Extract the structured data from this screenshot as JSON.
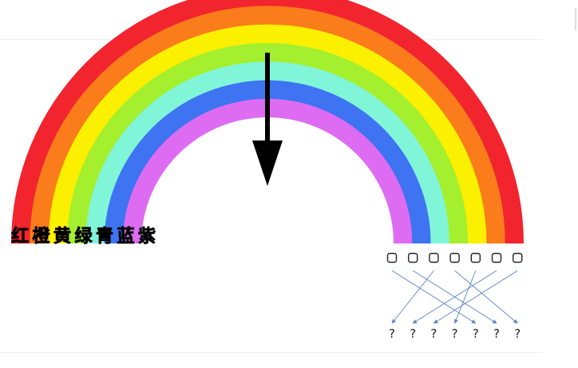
{
  "rainbow": {
    "bands": [
      {
        "name": "red",
        "color": "#f2242e"
      },
      {
        "name": "orange",
        "color": "#fa7c1a"
      },
      {
        "name": "yellow",
        "color": "#faf000"
      },
      {
        "name": "green",
        "color": "#a4ef2e"
      },
      {
        "name": "cyan",
        "color": "#81f5d8"
      },
      {
        "name": "blue",
        "color": "#3e73f1"
      },
      {
        "name": "purple",
        "color": "#de6cf2"
      }
    ]
  },
  "color_label": {
    "chars": [
      {
        "text": "红",
        "color": "#e81c22"
      },
      {
        "text": "橙",
        "color": "#f2901e"
      },
      {
        "text": "黄",
        "color": "#e8e000"
      },
      {
        "text": "绿",
        "color": "#5fc92c"
      },
      {
        "text": "青",
        "color": "#0dcfcf"
      },
      {
        "text": "蓝",
        "color": "#2a54c8"
      },
      {
        "text": "紫",
        "color": "#b23bd6"
      }
    ]
  },
  "puzzle": {
    "box_count": 7,
    "question_marks": [
      "?",
      "?",
      "?",
      "?",
      "?",
      "?",
      "?"
    ],
    "mapping": [
      4,
      5,
      0,
      6,
      3,
      1,
      2
    ],
    "line_color": "#5a86c4"
  },
  "arrow": {
    "color": "#000000"
  }
}
